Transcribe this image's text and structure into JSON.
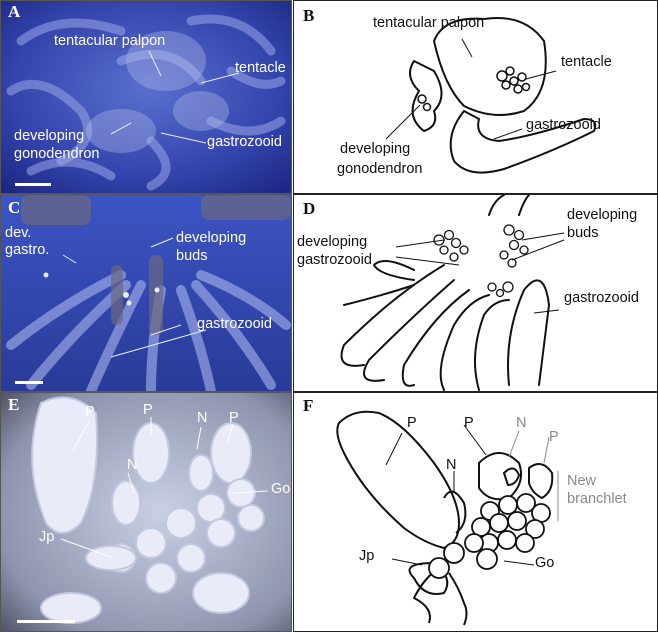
{
  "panels": {
    "A": {
      "letter": "A",
      "labels": {
        "tentacular_palpon": "tentacular palpon",
        "tentacle": "tentacle",
        "developing": "developing",
        "gonodendron": "gonodendron",
        "gastrozooid": "gastrozooid"
      }
    },
    "B": {
      "letter": "B",
      "labels": {
        "tentacular_palpon": "tentacular palpon",
        "tentacle": "tentacle",
        "gastrozooid": "gastrozooid",
        "developing": "developing",
        "gonodendron": "gonodendron"
      }
    },
    "C": {
      "letter": "C",
      "labels": {
        "dev": "dev.",
        "gastro": "gastro.",
        "developing": "developing",
        "buds": "buds",
        "gastrozooid": "gastrozooid"
      }
    },
    "D": {
      "letter": "D",
      "labels": {
        "developing_left": "developing",
        "gastrozooid_left": "gastrozooid",
        "developing_right": "developing",
        "buds": "buds",
        "gastrozooid": "gastrozooid"
      }
    },
    "E": {
      "letter": "E",
      "labels": {
        "P1": "P",
        "P2": "P",
        "P3": "P",
        "N": "N",
        "Go": "Go",
        "Jp": "Jp"
      }
    },
    "F": {
      "letter": "F",
      "labels": {
        "P1": "P",
        "P2": "P",
        "P3": "P",
        "N1": "N",
        "N2": "N",
        "new": "New",
        "branchlet": "branchlet",
        "Jp": "Jp",
        "Go": "Go"
      }
    }
  },
  "colors": {
    "photo_blue": "#3a4fb8",
    "photo_deep": "#1c2a8a",
    "photo_light": "#b8c4ec",
    "grey_label": "#8a8a8a",
    "ink": "#111111"
  }
}
